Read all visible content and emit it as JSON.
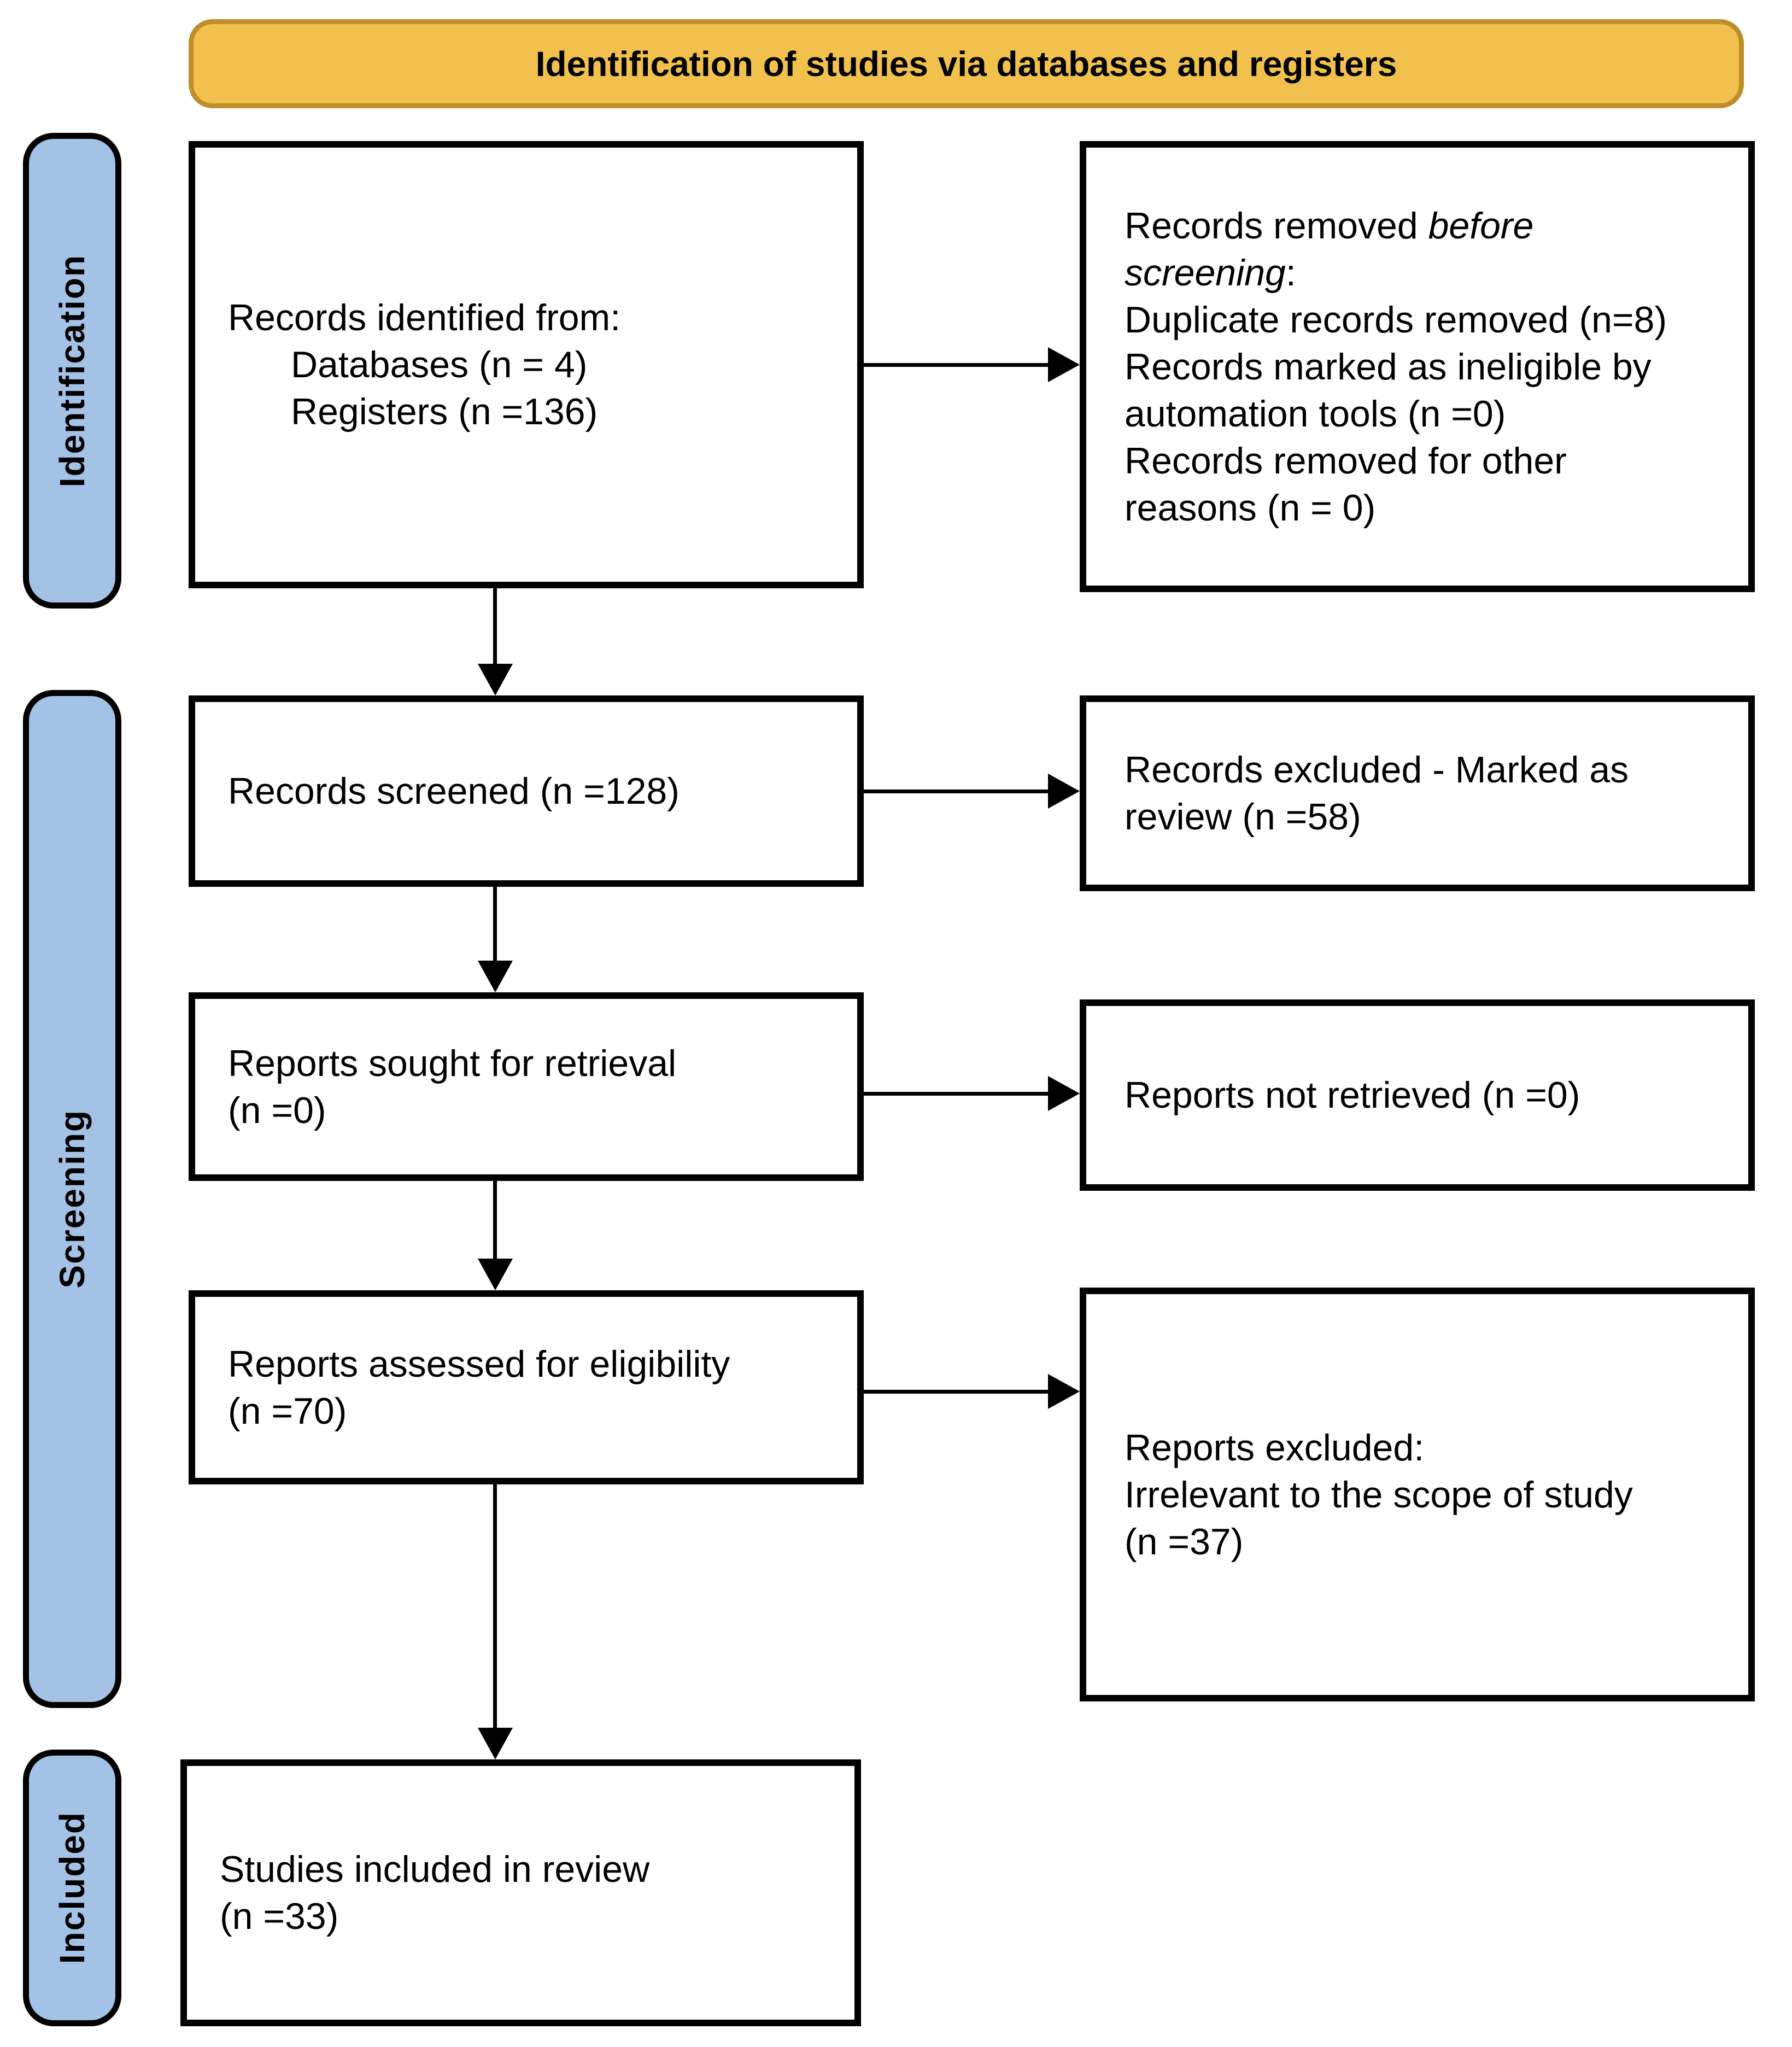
{
  "banner": {
    "title": "Identification of studies via databases and registers"
  },
  "stage_labels": {
    "identification": "Identification",
    "screening": "Screening",
    "included": "Included"
  },
  "boxes": {
    "records_identified": {
      "line1": "Records identified from:",
      "line2": "Databases (n = 4)",
      "line3": "Registers (n =136)"
    },
    "records_removed": {
      "l1_normal": "Records removed ",
      "l1_italic": "before",
      "l2_italic": "screening",
      "l2_colon": ":",
      "l3": "Duplicate records removed (n=8)",
      "l4": "Records marked as ineligible by",
      "l5": "automation tools (n =0)",
      "l6": "Records removed for other",
      "l7": "reasons (n = 0)"
    },
    "records_screened": {
      "line1": "Records screened (n =128)"
    },
    "records_excluded": {
      "line1": "Records excluded - Marked as",
      "line2": "review (n =58)"
    },
    "reports_sought": {
      "line1": "Reports sought for retrieval",
      "line2": "(n =0)"
    },
    "reports_not_retrieved": {
      "line1": "Reports not retrieved (n =0)"
    },
    "reports_assessed": {
      "line1": "Reports assessed for eligibility",
      "line2": "(n =70)"
    },
    "reports_excluded": {
      "line1": "Reports excluded:",
      "line2": "Irrelevant to the scope of study",
      "line3": "(n =37)"
    },
    "studies_included": {
      "line1": "Studies included in review",
      "line2": "(n =33)"
    }
  },
  "colors": {
    "banner_fill": "#F2C14D",
    "banner_border": "#BD8F2B",
    "stage_fill": "#A4C2E5",
    "box_fill": "#FFFFFF",
    "line_color": "#000000"
  }
}
